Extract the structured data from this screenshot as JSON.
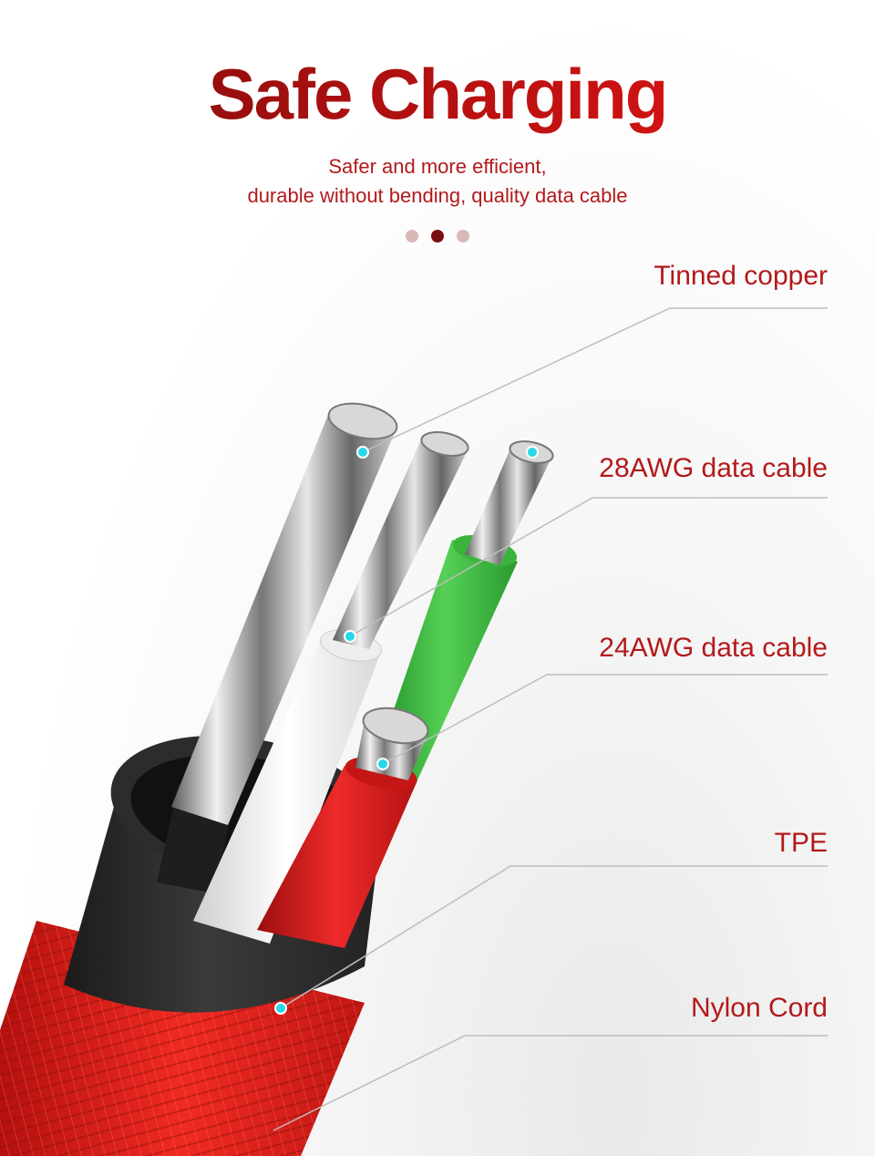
{
  "header": {
    "title": "Safe Charging",
    "subtitle_line1": "Safer and more efficient,",
    "subtitle_line2": "durable without bending, quality data cable"
  },
  "pagination": {
    "dot_count": 3,
    "active_index": 1,
    "active_color": "#7a0f0f",
    "inactive_color": "#d9b8b8"
  },
  "callouts": [
    {
      "id": "tinned-copper",
      "label": "Tinned copper"
    },
    {
      "id": "28awg",
      "label": "28AWG data cable"
    },
    {
      "id": "24awg",
      "label": "24AWG data cable"
    },
    {
      "id": "tpe",
      "label": "TPE"
    },
    {
      "id": "nylon",
      "label": "Nylon Cord"
    }
  ],
  "colors": {
    "brand_red": "#b3191b",
    "wire_black": "#1e1e1e",
    "wire_white": "#f4f4f4",
    "wire_green": "#3cb43c",
    "wire_red": "#d81818",
    "tpe_sheath": "#2f2f2f",
    "nylon_braid": "#e0221c",
    "marker_cyan": "#28d8e8"
  }
}
